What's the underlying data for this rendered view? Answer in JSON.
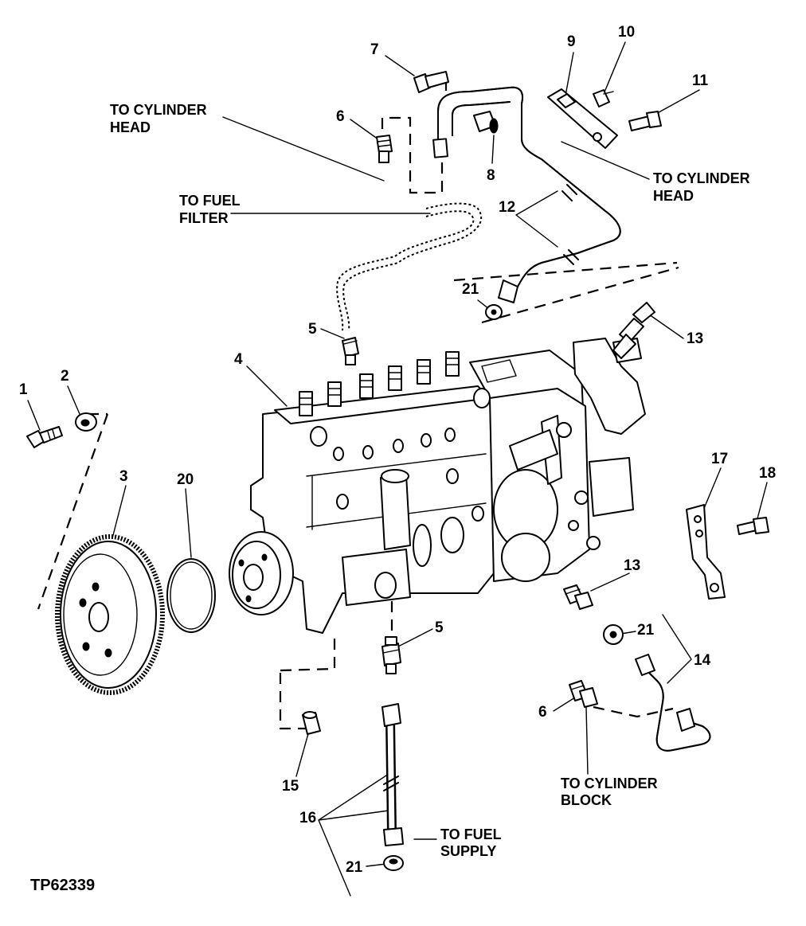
{
  "figure_id": "TP62339",
  "callouts": {
    "n1": "1",
    "n2": "2",
    "n3": "3",
    "n4": "4",
    "n5_top": "5",
    "n5_bottom": "5",
    "n6_top": "6",
    "n6_bottom": "6",
    "n7": "7",
    "n8": "8",
    "n9": "9",
    "n10": "10",
    "n11": "11",
    "n12": "12",
    "n13_top": "13",
    "n13_bottom": "13",
    "n14": "14",
    "n15": "15",
    "n16": "16",
    "n17": "17",
    "n18": "18",
    "n20": "20",
    "n21_top": "21",
    "n21_mid": "21",
    "n21_bottom": "21"
  },
  "labels": {
    "to_cylinder_head_left": [
      "TO CYLINDER",
      "HEAD"
    ],
    "to_cylinder_head_right": [
      "TO CYLINDER",
      "HEAD"
    ],
    "to_fuel_filter": [
      "TO FUEL",
      "FILTER"
    ],
    "to_cylinder_block": [
      "TO CYLINDER",
      "BLOCK"
    ],
    "to_fuel_supply": [
      "TO FUEL",
      "SUPPLY"
    ]
  }
}
